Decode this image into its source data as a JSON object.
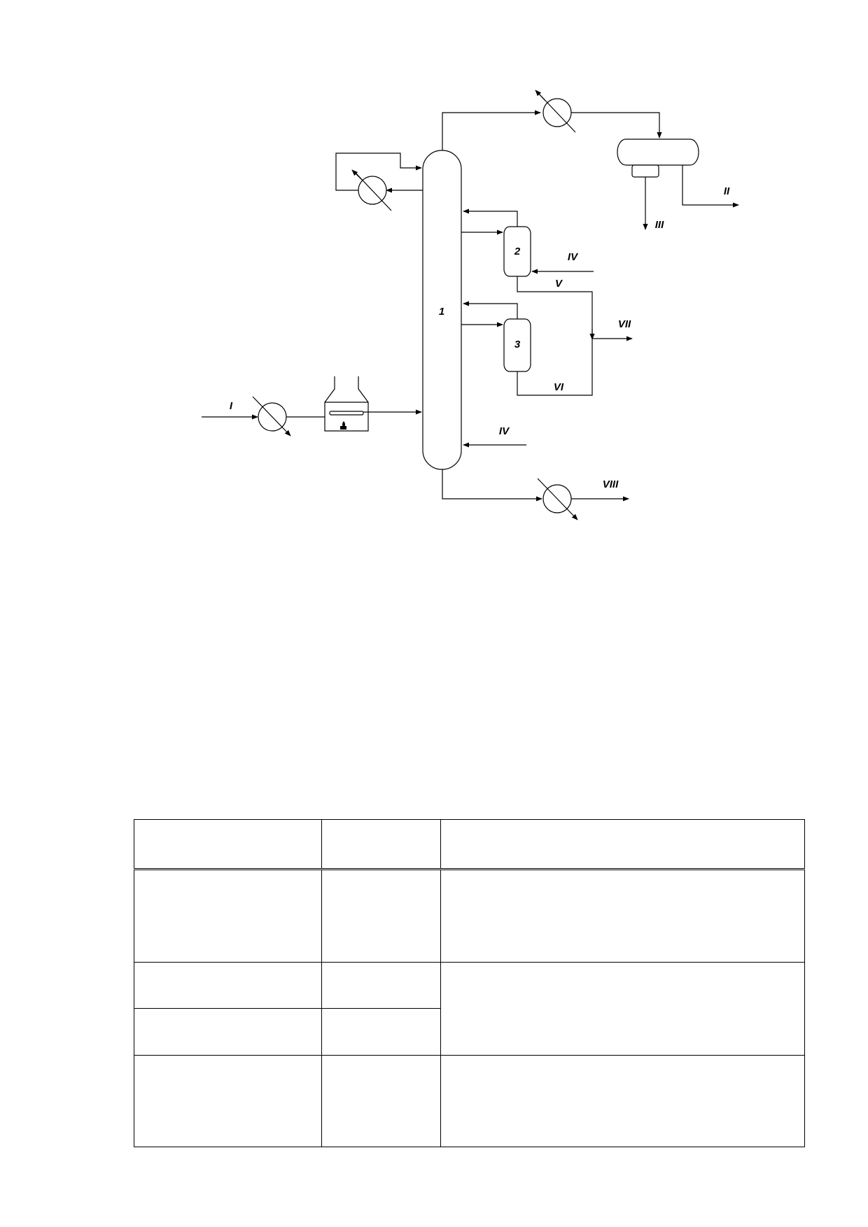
{
  "diagram": {
    "labels": {
      "column": "1",
      "stripper_upper": "2",
      "stripper_lower": "3",
      "stream_feed": "I",
      "stream_gas": "II",
      "stream_water": "III",
      "stream_steam_upper": "IV",
      "stream_steam_lower": "IV",
      "stream_side_upper": "V",
      "stream_side_lower": "VI",
      "stream_combined": "VII",
      "stream_bottoms": "VIII"
    }
  },
  "table": {
    "rows": [
      [
        "",
        "",
        ""
      ],
      [
        "",
        "",
        ""
      ],
      [
        "",
        "",
        ""
      ],
      [
        "",
        ""
      ],
      [
        "",
        "",
        ""
      ]
    ]
  }
}
